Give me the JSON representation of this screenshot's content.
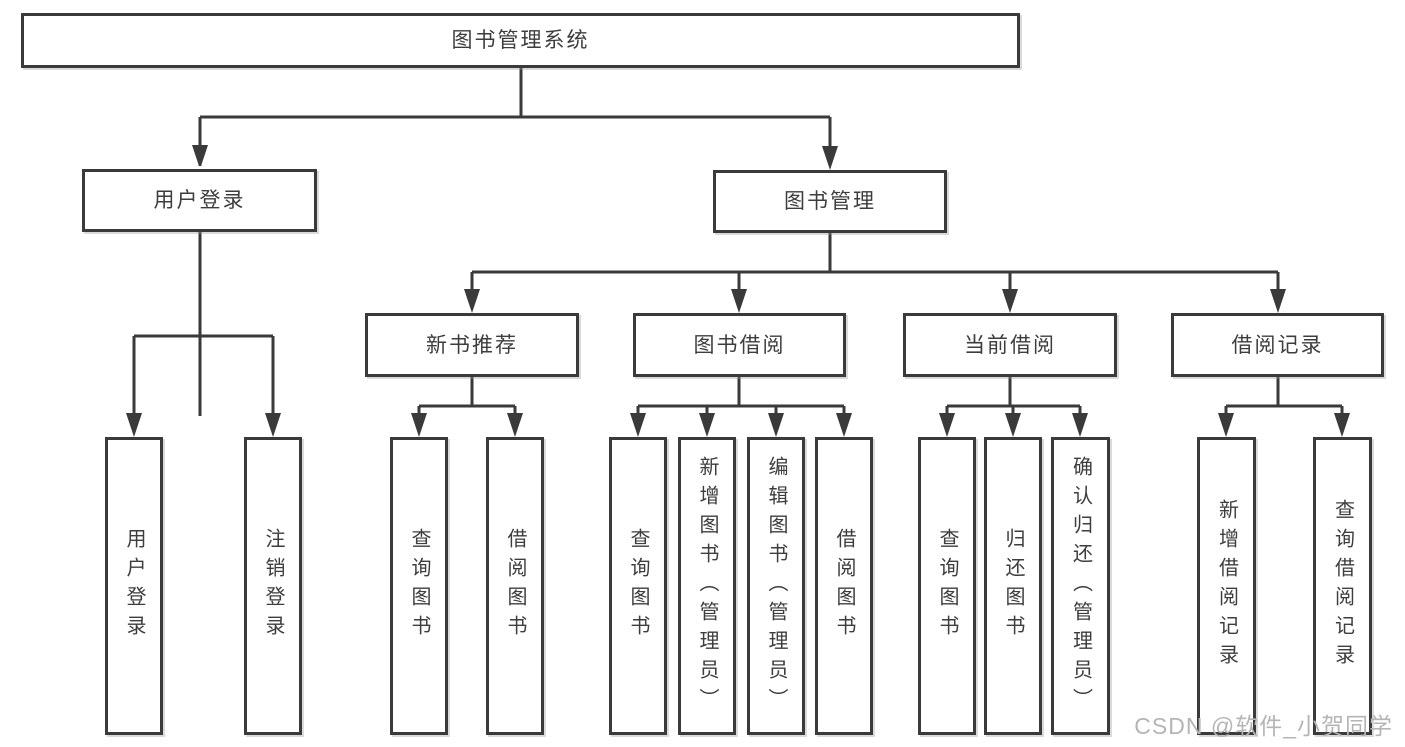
{
  "diagram": {
    "type": "tree",
    "root": {
      "label": "图书管理系统",
      "children": [
        {
          "label": "用户登录",
          "children": [
            {
              "label": "用户登录"
            },
            {
              "label": "注销登录"
            }
          ]
        },
        {
          "label": "图书管理",
          "children": [
            {
              "label": "新书推荐",
              "children": [
                {
                  "label": "查询图书"
                },
                {
                  "label": "借阅图书"
                }
              ]
            },
            {
              "label": "图书借阅",
              "children": [
                {
                  "label": "查询图书"
                },
                {
                  "label": "新增图书（管理员）"
                },
                {
                  "label": "编辑图书（管理员）"
                },
                {
                  "label": "借阅图书"
                }
              ]
            },
            {
              "label": "当前借阅",
              "children": [
                {
                  "label": "查询图书"
                },
                {
                  "label": "归还图书"
                },
                {
                  "label": "确认归还（管理员）"
                }
              ]
            },
            {
              "label": "借阅记录",
              "children": [
                {
                  "label": "新增借阅记录"
                },
                {
                  "label": "查询借阅记录"
                }
              ]
            }
          ]
        }
      ]
    },
    "watermark": "CSDN @软件_小贺同学",
    "colors": {
      "line": "#3a3a3a",
      "box_border": "#3a3a3a",
      "box_fill": "#ffffff",
      "text": "#3d3d3d",
      "watermark": "#b5b5b5",
      "background": "#ffffff"
    }
  }
}
